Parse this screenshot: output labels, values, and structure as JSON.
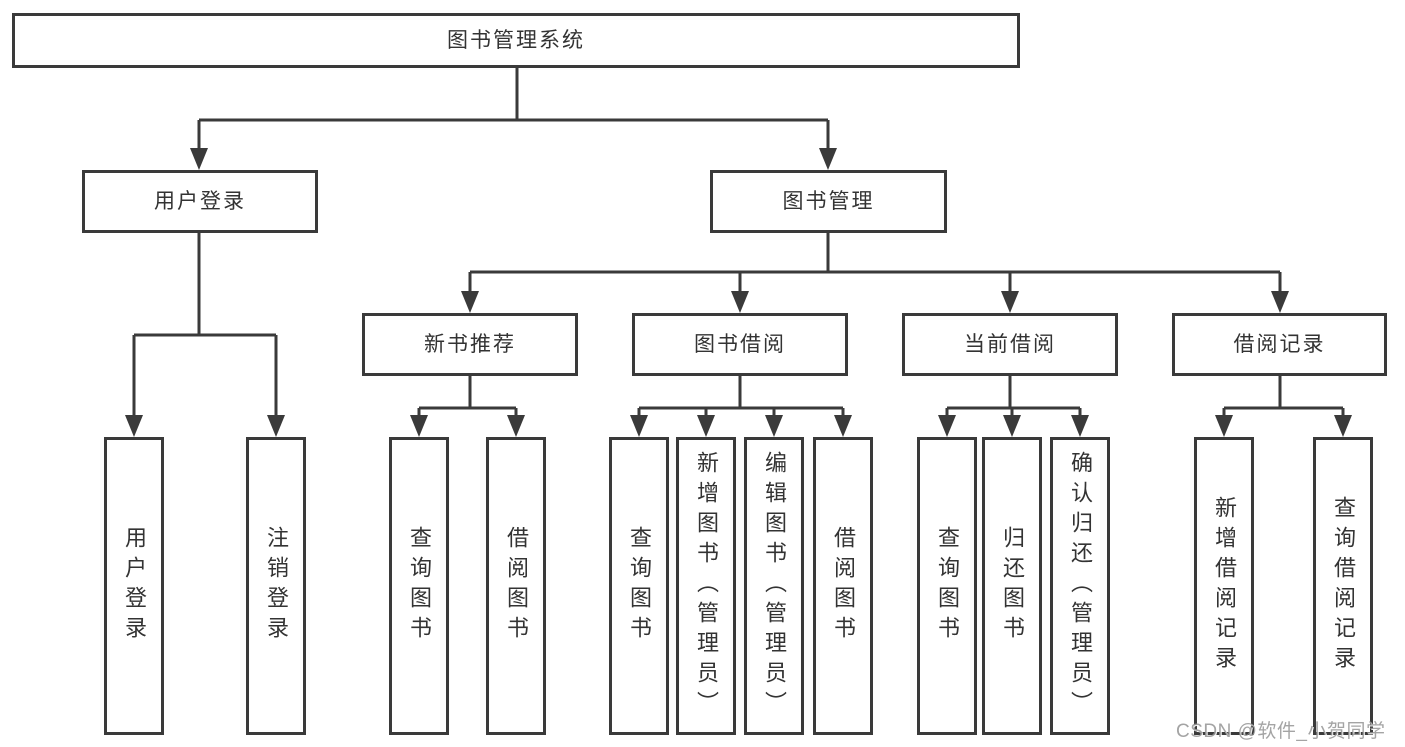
{
  "diagram_title": "图书管理系统",
  "colors": {
    "line": "#3a3a3a",
    "box_border": "#3a3a3a",
    "text": "#333333",
    "background": "#ffffff",
    "watermark": "#949494"
  },
  "watermark": {
    "text": "CSDN @软件_小贺同学"
  },
  "nodes": {
    "root": {
      "label": "图书管理系统"
    },
    "user_login": {
      "label": "用户登录"
    },
    "book_mgmt": {
      "label": "图书管理"
    },
    "new_book_rec": {
      "label": "新书推荐"
    },
    "book_borrow": {
      "label": "图书借阅"
    },
    "current_borrow": {
      "label": "当前借阅"
    },
    "borrow_record": {
      "label": "借阅记录"
    },
    "leaf_login": {
      "label": "用户登录"
    },
    "leaf_logout": {
      "label": "注销登录"
    },
    "leaf_rec_query": {
      "label": "查询图书"
    },
    "leaf_rec_borrow": {
      "label": "借阅图书"
    },
    "leaf_bor_query": {
      "label": "查询图书"
    },
    "leaf_bor_add": {
      "label": "新增图书（管理员）"
    },
    "leaf_bor_edit": {
      "label": "编辑图书（管理员）"
    },
    "leaf_bor_borrow": {
      "label": "借阅图书"
    },
    "leaf_cur_query": {
      "label": "查询图书"
    },
    "leaf_cur_return": {
      "label": "归还图书"
    },
    "leaf_cur_confirm": {
      "label": "确认归还（管理员）"
    },
    "leaf_his_add": {
      "label": "新增借阅记录"
    },
    "leaf_his_query": {
      "label": "查询借阅记录"
    }
  },
  "hierarchy": {
    "label": "图书管理系统",
    "children": [
      {
        "label": "用户登录",
        "children": [
          {
            "label": "用户登录"
          },
          {
            "label": "注销登录"
          }
        ]
      },
      {
        "label": "图书管理",
        "children": [
          {
            "label": "新书推荐",
            "children": [
              {
                "label": "查询图书"
              },
              {
                "label": "借阅图书"
              }
            ]
          },
          {
            "label": "图书借阅",
            "children": [
              {
                "label": "查询图书"
              },
              {
                "label": "新增图书（管理员）"
              },
              {
                "label": "编辑图书（管理员）"
              },
              {
                "label": "借阅图书"
              }
            ]
          },
          {
            "label": "当前借阅",
            "children": [
              {
                "label": "查询图书"
              },
              {
                "label": "归还图书"
              },
              {
                "label": "确认归还（管理员）"
              }
            ]
          },
          {
            "label": "借阅记录",
            "children": [
              {
                "label": "新增借阅记录"
              },
              {
                "label": "查询借阅记录"
              }
            ]
          }
        ]
      }
    ]
  }
}
